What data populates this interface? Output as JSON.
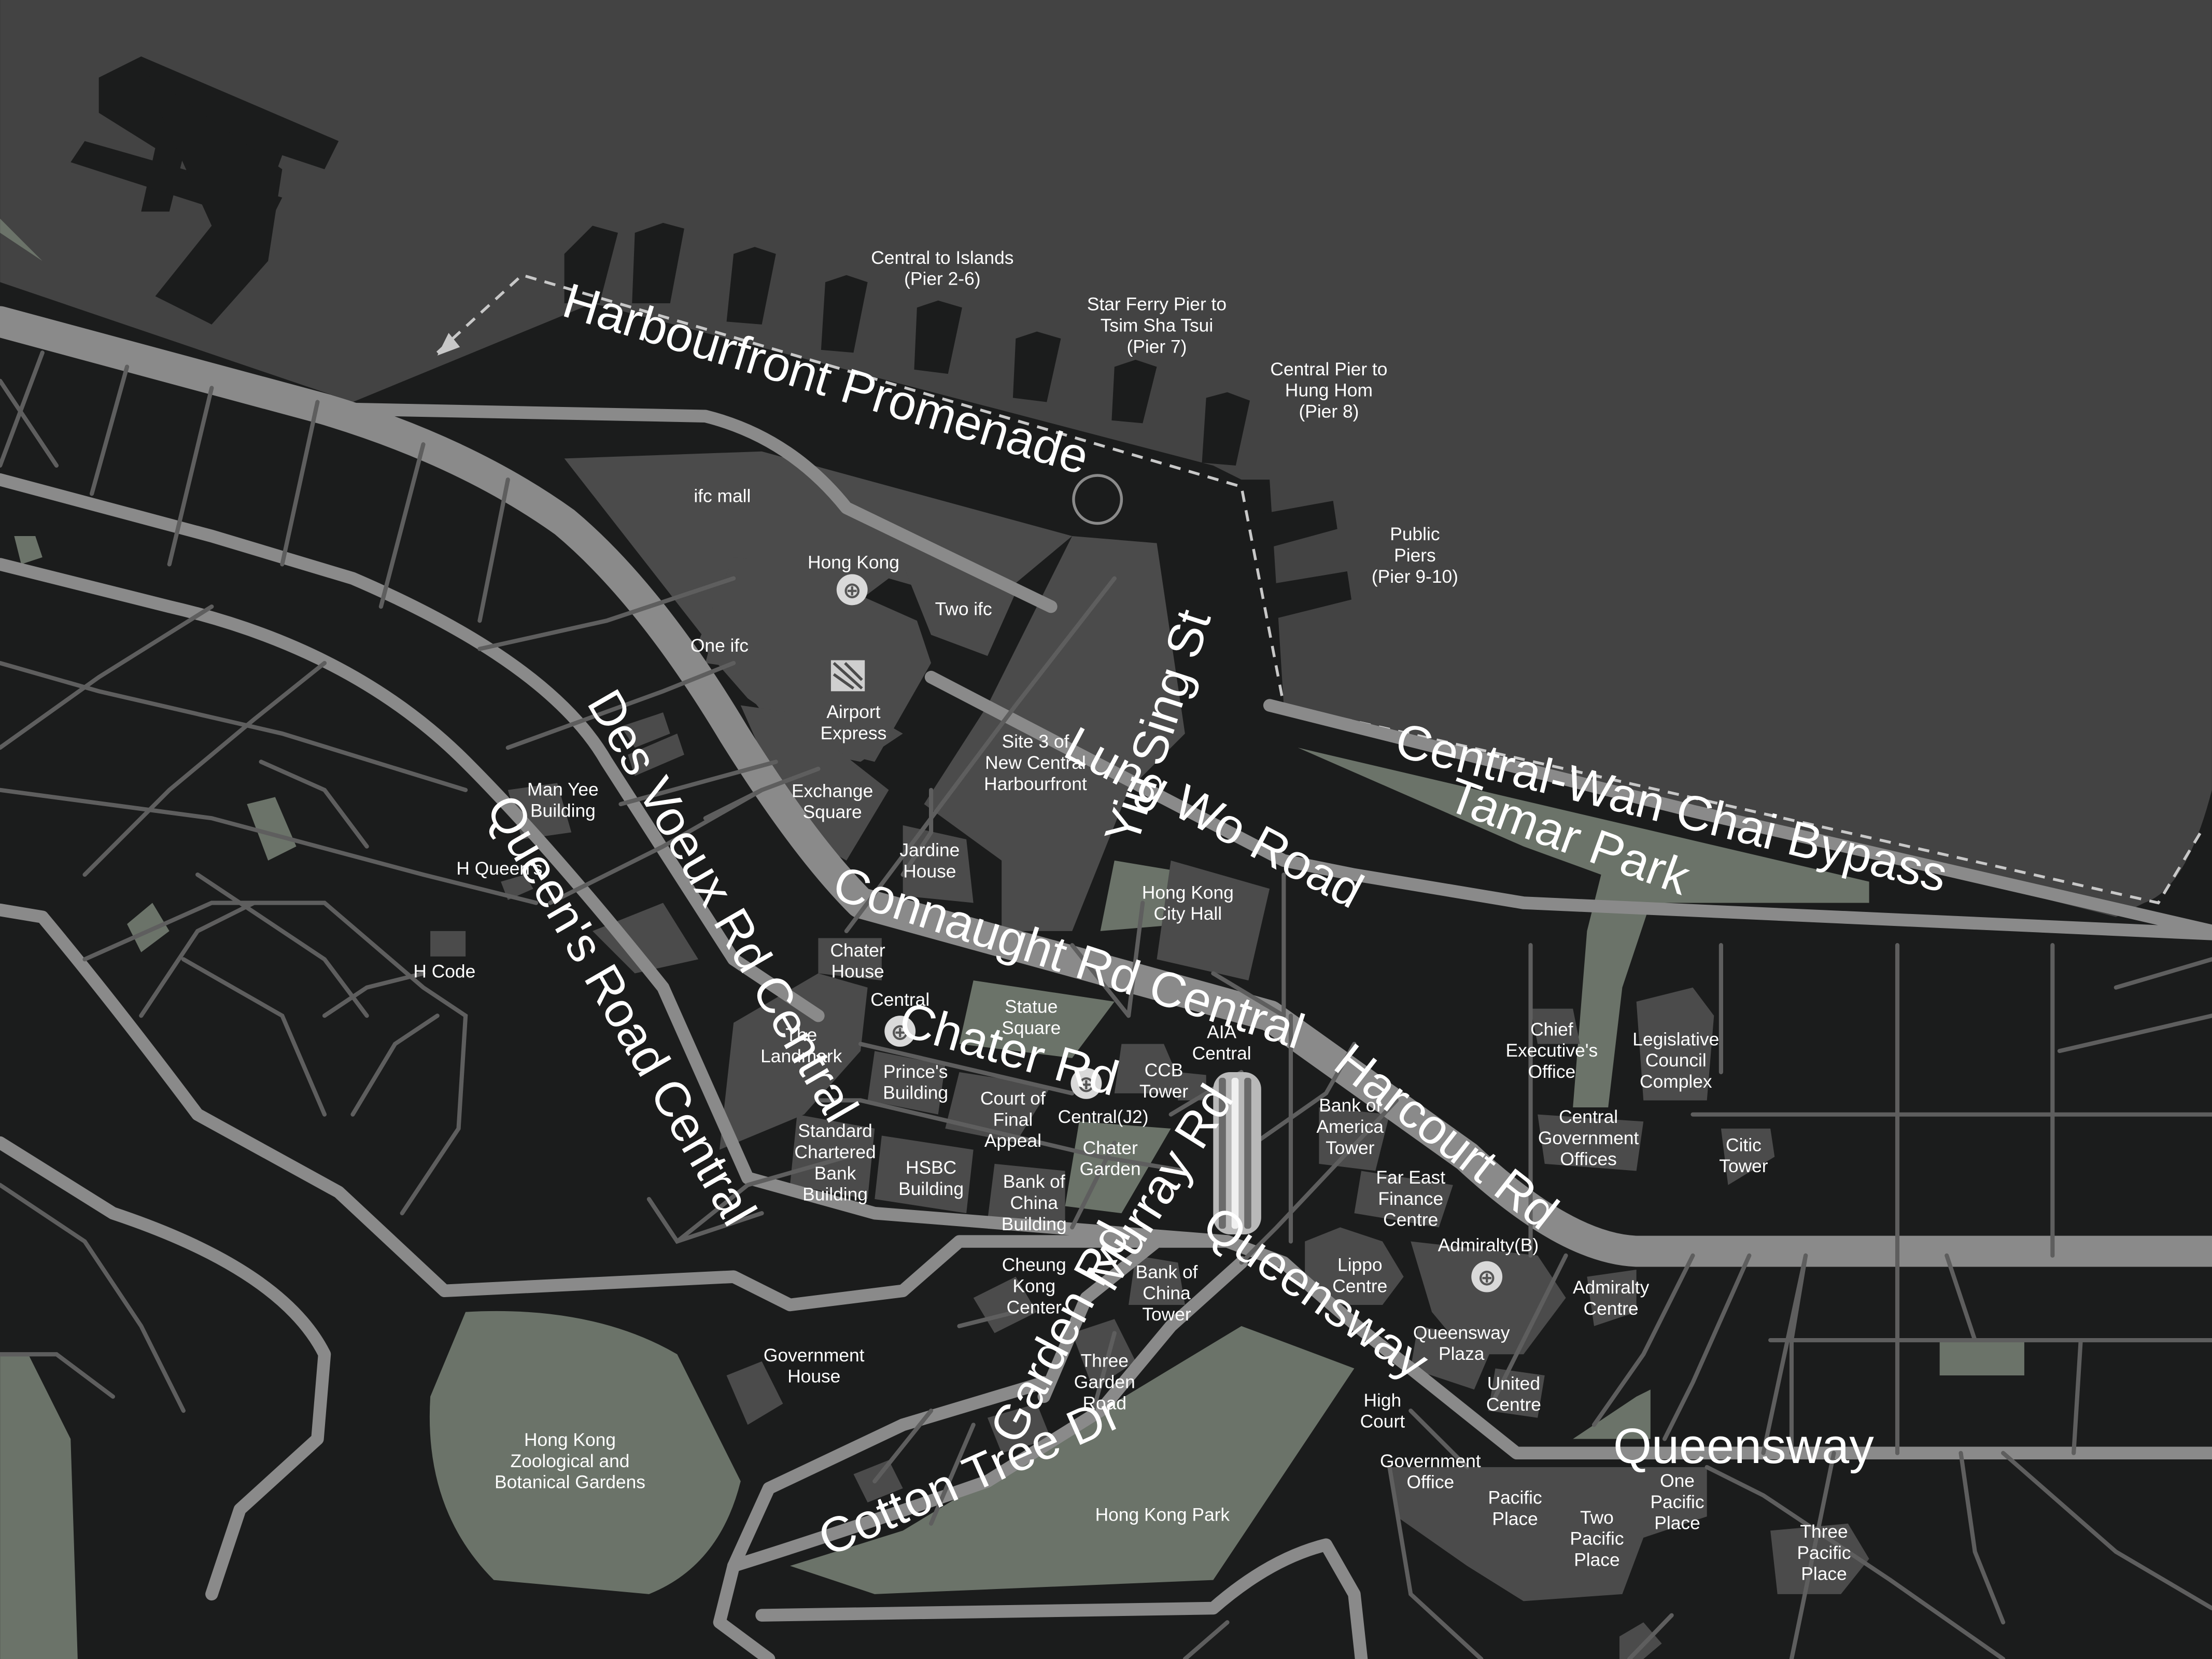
{
  "colors": {
    "land": "#1b1c1c",
    "water": "#434343",
    "major_road": "#8a8a8a",
    "minor_road": "#5e5e5e",
    "building": "#4b4b4b",
    "park": "#6b7369",
    "label": "#ffffff"
  },
  "piers": {
    "islands": [
      "Central to Islands",
      "(Pier 2-6)"
    ],
    "star_ferry": [
      "Star Ferry Pier to",
      "Tsim Sha Tsui",
      "(Pier 7)"
    ],
    "hung_hom": [
      "Central Pier to",
      "Hung Hom",
      "(Pier 8)"
    ],
    "public": [
      "Public",
      "Piers",
      "(Pier 9-10)"
    ]
  },
  "roads": {
    "harbourfront_promenade": "Harbourfront Promenade",
    "yiu_sing_st": "Yiu Sing St",
    "lung_wo_road": "Lung Wo Road",
    "central_wanchai_bypass": "Central-Wan Chai Bypass",
    "connaught_rd_central": "Connaught Rd Central",
    "des_voeux_rd_central": "Des Voeux Rd Central",
    "queens_road_central": "Queen's Road Central",
    "chater_rd": "Chater Rd",
    "murray_rd": "Murray Rd",
    "harcourt_rd": "Harcourt Rd",
    "queensway_1": "Queensway",
    "queensway_2": "Queensway",
    "garden_rd": "Garden Rd",
    "cotton_tree_dr": "Cotton Tree Dr"
  },
  "places": {
    "ifc_mall": [
      "ifc mall"
    ],
    "hong_kong_station": [
      "Hong Kong"
    ],
    "two_ifc": [
      "Two ifc"
    ],
    "one_ifc": [
      "One ifc"
    ],
    "airport_express": [
      "Airport",
      "Express"
    ],
    "exchange_square": [
      "Exchange",
      "Square"
    ],
    "site3": [
      "Site 3 of",
      "New Central",
      "Harbourfront"
    ],
    "jardine_house": [
      "Jardine",
      "House"
    ],
    "man_yee": [
      "Man Yee",
      "Building"
    ],
    "h_queens": [
      "H Queen's"
    ],
    "h_code": [
      "H Code"
    ],
    "hk_city_hall": [
      "Hong Kong",
      "City Hall"
    ],
    "tamar_park": [
      "Tamar Park"
    ],
    "chater_house": [
      "Chater",
      "House"
    ],
    "central_station": [
      "Central"
    ],
    "the_landmark": [
      "The",
      "Landmark"
    ],
    "statue_square": [
      "Statue",
      "Square"
    ],
    "aia_central": [
      "AIA",
      "Central"
    ],
    "princes_building": [
      "Prince's",
      "Building"
    ],
    "court_final_appeal": [
      "Court of",
      "Final",
      "Appeal"
    ],
    "ccb_tower": [
      "CCB",
      "Tower"
    ],
    "central_j2": [
      "Central(J2)"
    ],
    "chater_garden": [
      "Chater",
      "Garden"
    ],
    "standard_chartered": [
      "Standard",
      "Chartered",
      "Bank",
      "Building"
    ],
    "hsbc": [
      "HSBC",
      "Building"
    ],
    "boc_building": [
      "Bank of",
      "China",
      "Building"
    ],
    "chief_exec": [
      "Chief",
      "Executive's",
      "Office"
    ],
    "legco": [
      "Legislative",
      "Council",
      "Complex"
    ],
    "cgo": [
      "Central",
      "Government",
      "Offices"
    ],
    "citic": [
      "Citic",
      "Tower"
    ],
    "boa_tower": [
      "Bank of",
      "America",
      "Tower"
    ],
    "far_east": [
      "Far East",
      "Finance",
      "Centre"
    ],
    "admiralty_b": [
      "Admiralty(B)"
    ],
    "lippo": [
      "Lippo",
      "Centre"
    ],
    "admiralty_centre": [
      "Admiralty",
      "Centre"
    ],
    "cheung_kong": [
      "Cheung",
      "Kong",
      "Center"
    ],
    "boc_tower": [
      "Bank of",
      "China",
      "Tower"
    ],
    "queensway_plaza": [
      "Queensway",
      "Plaza"
    ],
    "united_centre": [
      "United",
      "Centre"
    ],
    "government_house": [
      "Government",
      "House"
    ],
    "three_garden_road": [
      "Three",
      "Garden",
      "Road"
    ],
    "high_court": [
      "High",
      "Court"
    ],
    "zoo": [
      "Hong Kong",
      "Zoological and",
      "Botanical Gardens"
    ],
    "government_office": [
      "Government",
      "Office"
    ],
    "pacific_place": [
      "Pacific",
      "Place"
    ],
    "two_pacific": [
      "Two",
      "Pacific",
      "Place"
    ],
    "one_pacific": [
      "One",
      "Pacific",
      "Place"
    ],
    "three_pacific": [
      "Three",
      "Pacific",
      "Place"
    ],
    "hk_park": [
      "Hong Kong Park"
    ]
  },
  "mtr_stations": [
    "hong_kong_station",
    "central_station",
    "central_j2",
    "admiralty_b"
  ],
  "icons": {
    "mtr": "mtr-icon",
    "airport_express": "airport-express-icon",
    "landmark": "aia-central-landmark-icon"
  }
}
